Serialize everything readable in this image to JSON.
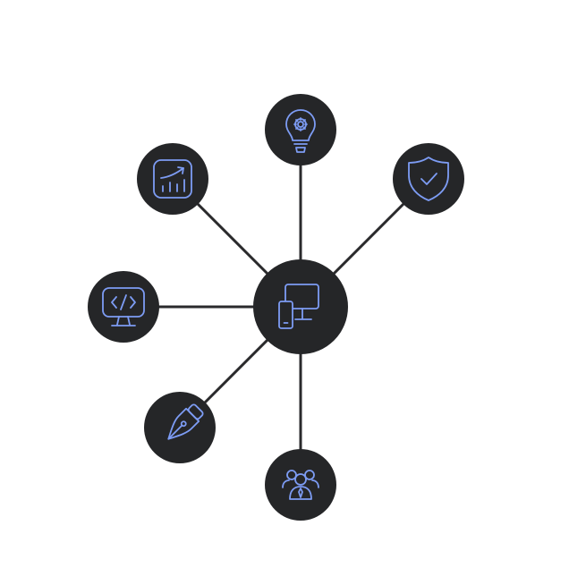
{
  "colors": {
    "node_fill": "#252628",
    "icon": "#7d9cf4",
    "line": "#2a2a2c",
    "background": "#ffffff"
  },
  "center": {
    "icon": "devices-icon"
  },
  "nodes": [
    {
      "id": "ideas",
      "icon": "lightbulb-gear-icon"
    },
    {
      "id": "security",
      "icon": "shield-check-icon"
    },
    {
      "id": "analytics",
      "icon": "chart-growth-icon"
    },
    {
      "id": "development",
      "icon": "code-monitor-icon"
    },
    {
      "id": "design",
      "icon": "pen-nib-icon"
    },
    {
      "id": "team",
      "icon": "team-icon"
    }
  ]
}
